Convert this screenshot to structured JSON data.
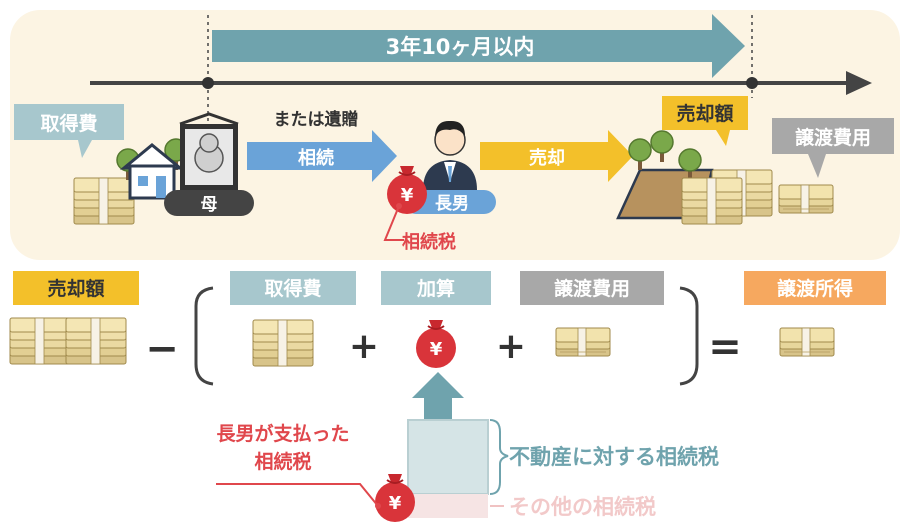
{
  "timeline": {
    "period_label": "3年10ヶ月以内"
  },
  "top": {
    "acquisition_cost": "取得費",
    "bequest": "または遺贈",
    "inheritance": "相続",
    "mother": "母",
    "eldest_son": "長男",
    "inheritance_tax": "相続税",
    "sale": "売却",
    "sale_amount": "売却額",
    "transfer_cost": "譲渡費用"
  },
  "formula": {
    "sale_amount": "売却額",
    "minus": "−",
    "acquisition_cost": "取得費",
    "plus1": "+",
    "addition": "加算",
    "plus2": "+",
    "transfer_cost": "譲渡費用",
    "equals": "=",
    "transfer_income": "譲渡所得",
    "yen": "¥"
  },
  "bottom": {
    "paid_line1": "長男が支払った",
    "paid_line2": "相続税",
    "real_estate_tax": "不動産に対する相続税",
    "other_tax": "その他の相続税"
  },
  "colors": {
    "panel": "#fcf4e3",
    "teal": "#6fa3ad",
    "blue_arrow": "#6aa3d8",
    "yellow": "#f3c02a",
    "gray": "#a8a8a8",
    "orange": "#f6a85f",
    "red": "#e0474c",
    "label_blue": "#a7c7cd"
  }
}
